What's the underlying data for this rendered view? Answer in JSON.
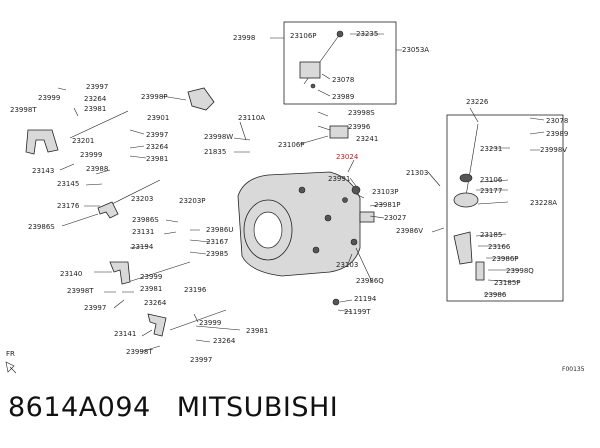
{
  "diagram": {
    "labels": [
      "23998",
      "23106P",
      "23235",
      "23053A",
      "23078",
      "23989",
      "23997",
      "23999",
      "23264",
      "23981",
      "23998T",
      "23998P",
      "23901",
      "23201",
      "23997",
      "23264",
      "23981",
      "23143",
      "23999",
      "23988",
      "23145",
      "23203",
      "23176",
      "23986S",
      "23203P",
      "23986S",
      "23131",
      "23986U",
      "23167",
      "23985",
      "23194",
      "23140",
      "23999",
      "23998T",
      "23981",
      "23997",
      "23264",
      "23196",
      "23141",
      "23999",
      "23981",
      "23998T",
      "23264",
      "23997",
      "23110A",
      "23998W",
      "21835",
      "23106P",
      "23998S",
      "23996",
      "23241",
      "23024",
      "23991",
      "23103P",
      "23981P",
      "23027",
      "23103",
      "23986Q",
      "21194",
      "21199T",
      "21303",
      "23986V",
      "23226",
      "23078",
      "23989",
      "23231",
      "23998V",
      "23106",
      "23177",
      "23228A",
      "23185",
      "23166",
      "23986P",
      "23998Q",
      "23185P",
      "23986",
      "FR",
      "F00135"
    ],
    "highlight_label": "23024"
  },
  "caption": {
    "part_number": "8614A094",
    "brand": "MITSUBISHI"
  }
}
